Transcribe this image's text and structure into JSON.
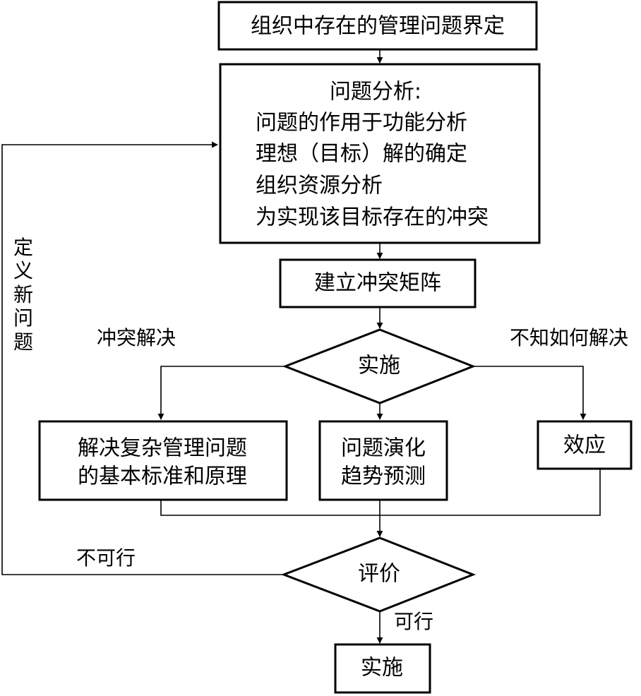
{
  "nodes": {
    "define": "组织中存在的管理问题界定",
    "analysis": {
      "title": "问题分析:",
      "items": [
        "问题的作用于功能分析",
        "理想（目标）解的确定",
        "组织资源分析",
        "为实现该目标存在的冲突"
      ]
    },
    "matrix": "建立冲突矩阵",
    "implement_decision": "实施",
    "principles": [
      "解决复杂管理问题",
      "的基本标准和原理"
    ],
    "evolution": [
      "问题演化",
      "趋势预测"
    ],
    "effects": "效应",
    "evaluate": "评价",
    "implement_final": "实施"
  },
  "edge_labels": {
    "conflict_resolved": "冲突解决",
    "unknown": "不知如何解决",
    "infeasible": "不可行",
    "feasible": "可行",
    "new_problem": [
      "定",
      "义",
      "新",
      "问",
      "题"
    ]
  }
}
